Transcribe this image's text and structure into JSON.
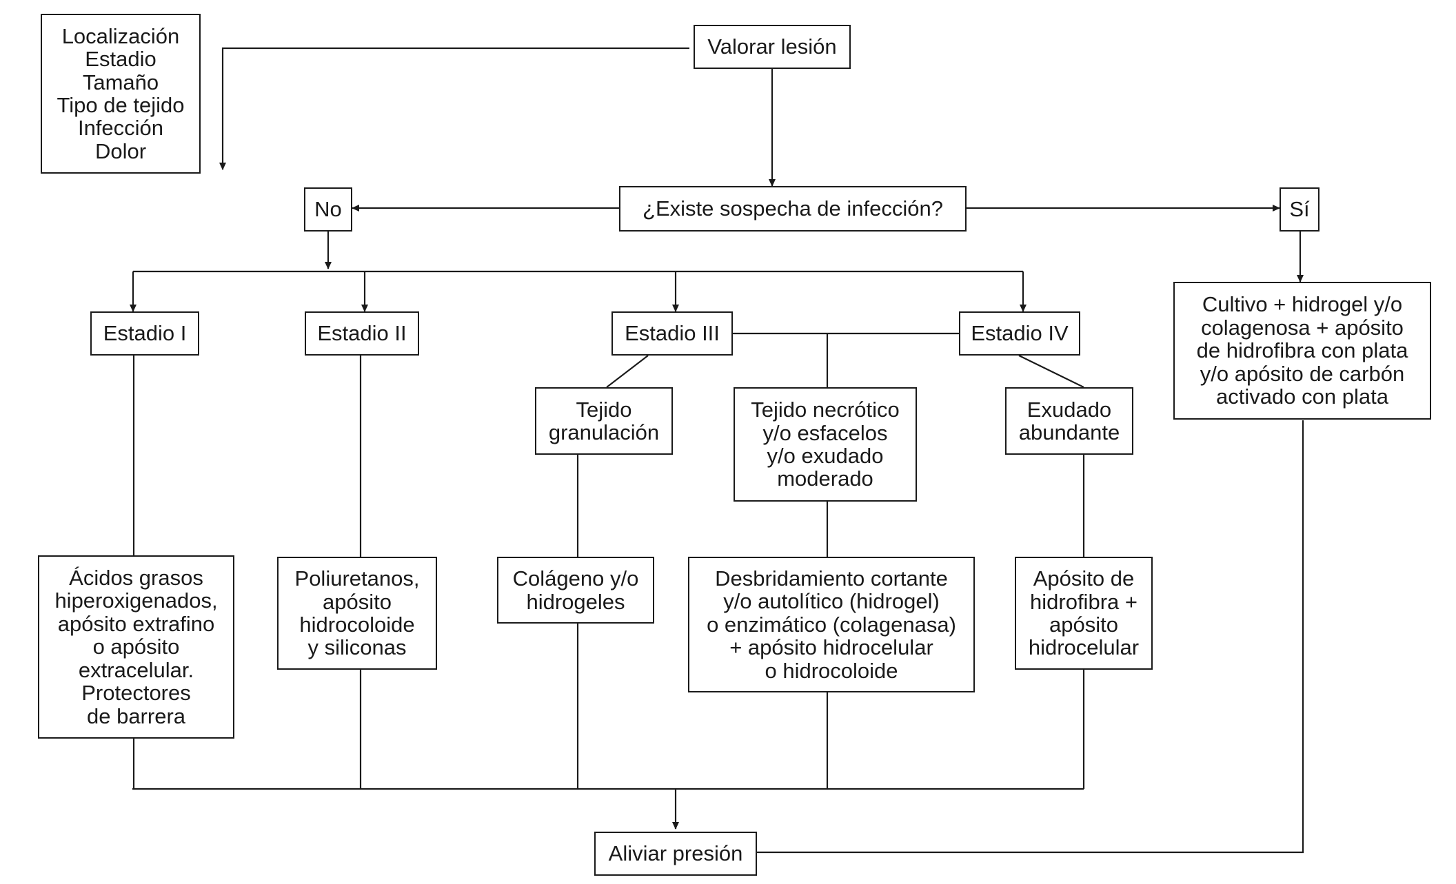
{
  "diagram": {
    "criteria_box": [
      "Localización",
      "Estadio",
      "Tamaño",
      "Tipo de tejido",
      "Infección",
      "Dolor"
    ],
    "assess": "Valorar lesión",
    "question": "¿Existe sospecha de infección?",
    "answer_no": "No",
    "answer_yes": "Sí",
    "stages": {
      "stage1": "Estadio I",
      "stage2": "Estadio II",
      "stage3": "Estadio III",
      "stage4": "Estadio IV"
    },
    "tissue_types": {
      "granulation": [
        "Tejido",
        "granulación"
      ],
      "necrotic": [
        "Tejido necrótico",
        "y/o esfacelos",
        "y/o exudado",
        "moderado"
      ],
      "exudate": [
        "Exudado",
        "abundante"
      ]
    },
    "treatments": {
      "stage1": [
        "Ácidos grasos",
        "hiperoxigenados,",
        "apósito extrafino",
        "o apósito",
        "extracelular.",
        "Protectores",
        "de barrera"
      ],
      "stage2": [
        "Poliuretanos,",
        "apósito",
        "hidrocoloide",
        "y siliconas"
      ],
      "granulation": [
        "Colágeno y/o",
        "hidrogeles"
      ],
      "necrotic": [
        "Desbridamiento cortante",
        "y/o autolítico (hidrogel)",
        "o enzimático (colagenasa)",
        "+ apósito hidrocelular",
        "o hidrocoloide"
      ],
      "exudate": [
        "Apósito de",
        "hidrofibra +",
        "apósito",
        "hidrocelular"
      ],
      "infection": [
        "Cultivo + hidrogel y/o",
        "colagenosa + apósito",
        "de hidrofibra con plata",
        "y/o apósito de carbón",
        "activado con plata"
      ]
    },
    "relieve_pressure": "Aliviar presión"
  }
}
